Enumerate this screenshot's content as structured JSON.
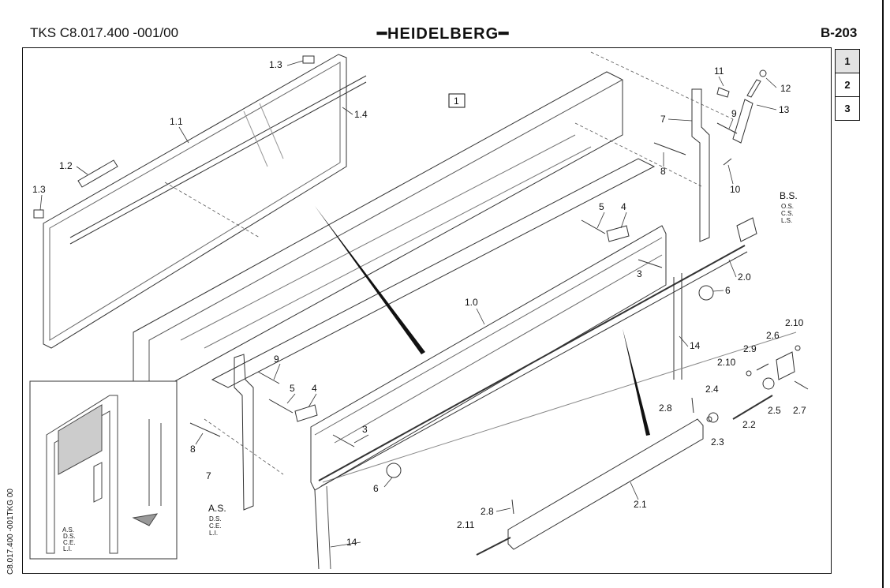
{
  "header": {
    "doc_id": "TKS C8.017.400 -001/00",
    "logo": "HEIDELBERG",
    "page_code": "B-203"
  },
  "tabs": [
    {
      "label": "1",
      "active": true
    },
    {
      "label": "2",
      "active": false
    },
    {
      "label": "3",
      "active": false
    }
  ],
  "side_code": "C8.017.400 -001TKG 00",
  "callouts": {
    "main_box": "1",
    "c1_3a": "1.3",
    "c1_4": "1.4",
    "c1_1": "1.1",
    "c1_2": "1.2",
    "c1_3b": "1.3",
    "c11": "11",
    "c12": "12",
    "c13": "13",
    "c7a": "7",
    "c9a": "9",
    "c8a": "8",
    "c10": "10",
    "c5a": "5",
    "c4a": "4",
    "c3a": "3",
    "c2_0": "2.0",
    "c6a": "6",
    "c1_0": "1.0",
    "c14a": "14",
    "c2_10a": "2.10",
    "c2_6": "2.6",
    "c2_9": "2.9",
    "c2_10b": "2.10",
    "c2_4": "2.4",
    "c2_8a": "2.8",
    "c2_5": "2.5",
    "c2_7": "2.7",
    "c2_2": "2.2",
    "c2_3": "2.3",
    "c9b": "9",
    "c5b": "5",
    "c4b": "4",
    "c3b": "3",
    "c8b": "8",
    "c7b": "7",
    "c6b": "6",
    "c2_1": "2.1",
    "c2_8b": "2.8",
    "c2_11": "2.11",
    "c14b": "14"
  },
  "side_bs": {
    "title": "B.S.",
    "l1": "O.S.",
    "l2": "C.S.",
    "l3": "L.S."
  },
  "side_as": {
    "title": "A.S.",
    "l1": "D.S.",
    "l2": "C.E.",
    "l3": "L.I."
  },
  "inset_side": {
    "title": "A.S.",
    "l1": "D.S.",
    "l2": "C.E.",
    "l3": "L.I."
  }
}
